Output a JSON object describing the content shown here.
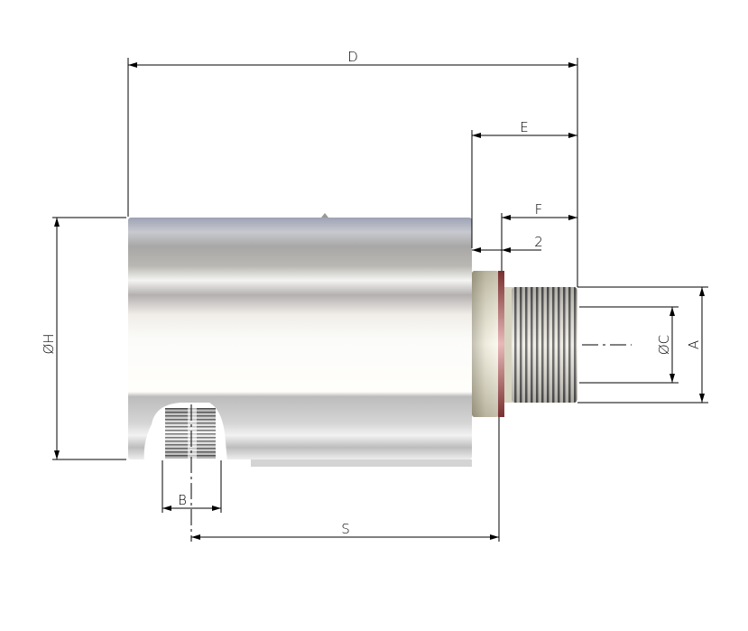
{
  "drawing": {
    "title": "Rotary union dimension drawing",
    "labels": {
      "D": "D",
      "E": "E",
      "F": "F",
      "two": "2",
      "H": "ØH",
      "C": "ØC",
      "A": "A",
      "B": "B",
      "S": "S"
    },
    "colors": {
      "body_light": "#f7f7f5",
      "body_dark": "#a9a9ab",
      "flange": "#d8d2b8",
      "seal": "#9b4c4c",
      "thread": "#6a6a6a",
      "line": "#000000"
    }
  }
}
